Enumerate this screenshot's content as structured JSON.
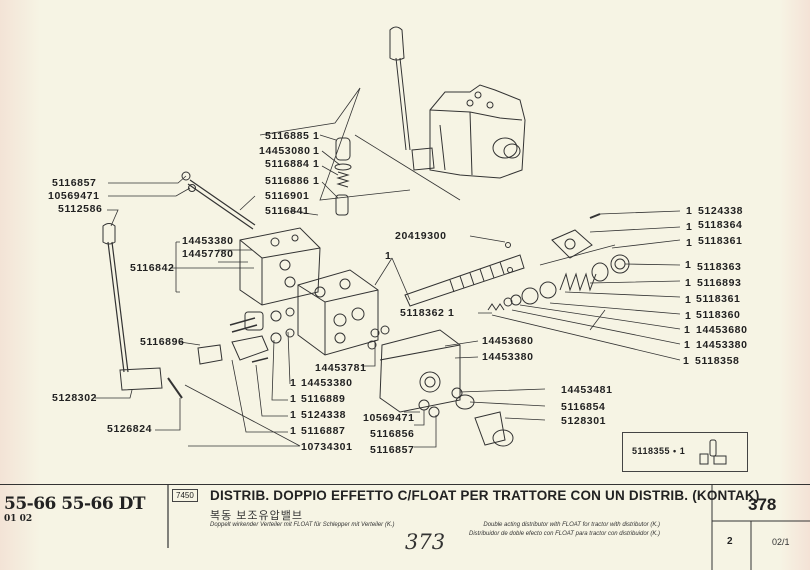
{
  "models": {
    "primary": "55-66  55-66 DT",
    "variants": "01 02"
  },
  "group_code": "7450",
  "title": {
    "italian": "DISTRIB. DOPPIO EFFETTO C/FLOAT PER TRATTORE CON UN DISTRIB. (KONTAK)",
    "korean": "복동 보조유압밸브",
    "german": "Doppelt wirkender Verteiler mit FLOAT für Schlepper mit Verteiler (K.)",
    "english": "Double acting distributor with FLOAT for tractor with distributor (K.)",
    "spanish": "Distribuidor de doble efecto con FLOAT para tractor con distribuidor (K.)"
  },
  "handwritten_note": "373",
  "page": {
    "number": "378",
    "sheet": "2",
    "revision": "02/1"
  },
  "kit": {
    "label": "5118355 • 1"
  },
  "labels_left": [
    {
      "part": "5116857"
    },
    {
      "part": "10569471"
    },
    {
      "part": "5112586"
    },
    {
      "part": "5116842"
    },
    {
      "part": "5116896"
    },
    {
      "part": "5128302"
    },
    {
      "part": "5126824"
    }
  ],
  "labels_bracket": [
    {
      "part": "14453380"
    },
    {
      "part": "14457780"
    }
  ],
  "labels_top": [
    {
      "part": "5116885",
      "qty": "1"
    },
    {
      "part": "14453080",
      "qty": "1"
    },
    {
      "part": "5116884",
      "qty": "1"
    },
    {
      "part": "5116886",
      "qty": "1"
    },
    {
      "part": "5116901",
      "qty": ""
    },
    {
      "part": "5116841",
      "qty": ""
    }
  ],
  "labels_center": [
    {
      "part": "20419300"
    },
    {
      "part": "1"
    },
    {
      "part": "5118362",
      "qty": "1"
    },
    {
      "part": "14453680"
    },
    {
      "part": "14453380"
    },
    {
      "part": "14453781"
    },
    {
      "part": "10569471"
    },
    {
      "part": "5116856"
    },
    {
      "part": "5116857"
    }
  ],
  "labels_bottom_list": [
    {
      "part": "14453380",
      "qty": "1"
    },
    {
      "part": "5116889",
      "qty": "1"
    },
    {
      "part": "5124338",
      "qty": "1"
    },
    {
      "part": "5116887",
      "qty": "1"
    },
    {
      "part": "10734301",
      "qty": ""
    }
  ],
  "labels_right": [
    {
      "part": "5124338",
      "qty": "1"
    },
    {
      "part": "5118364",
      "qty": "1"
    },
    {
      "part": "5118361",
      "qty": "1"
    },
    {
      "part": "5118363",
      "qty": "1"
    },
    {
      "part": "5116893",
      "qty": "1"
    },
    {
      "part": "5118361",
      "qty": "1"
    },
    {
      "part": "5118360",
      "qty": "1"
    },
    {
      "part": "14453680",
      "qty": "1"
    },
    {
      "part": "14453380",
      "qty": "1"
    },
    {
      "part": "5118358",
      "qty": "1"
    }
  ],
  "labels_lower_right": [
    {
      "part": "14453481"
    },
    {
      "part": "5116854"
    },
    {
      "part": "5128301"
    }
  ]
}
